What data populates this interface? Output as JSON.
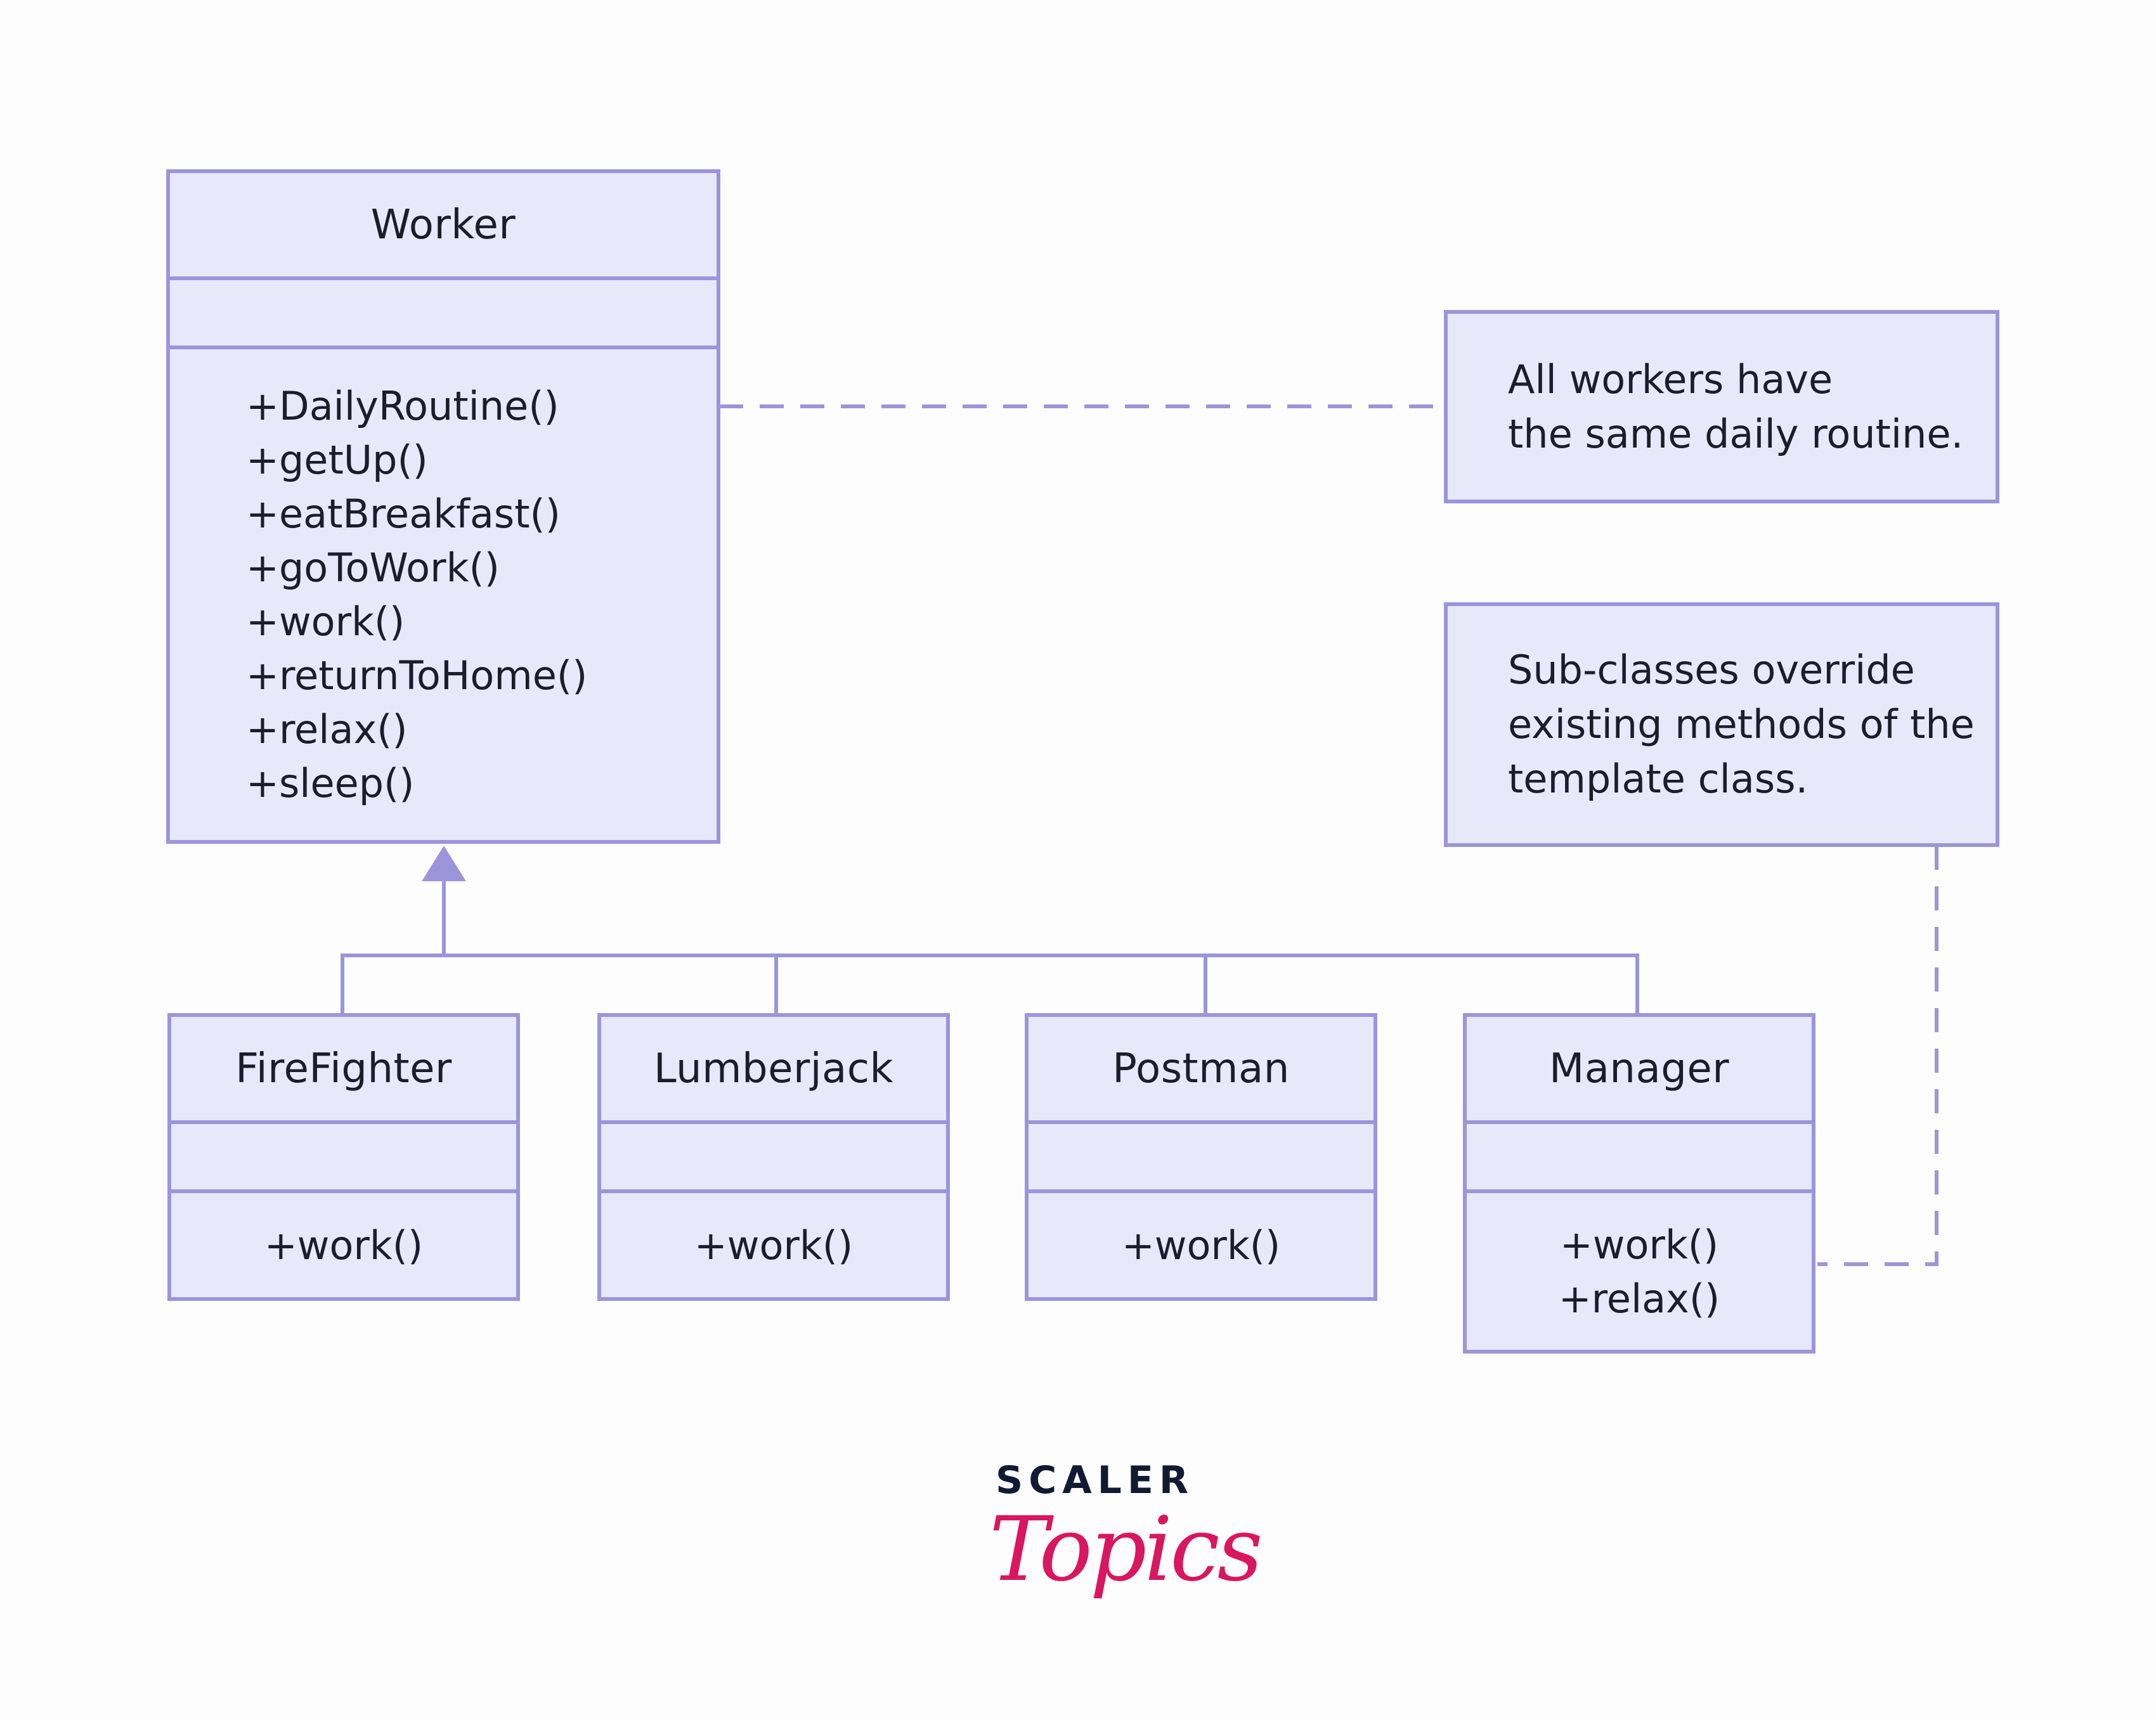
{
  "diagram": {
    "base_class": {
      "name": "Worker",
      "methods": [
        "+DailyRoutine()",
        "+getUp()",
        "+eatBreakfast()",
        "+goToWork()",
        "+work()",
        "+returnToHome()",
        "+relax()",
        "+sleep()"
      ]
    },
    "subclasses": [
      {
        "name": "FireFighter",
        "methods": [
          "+work()"
        ]
      },
      {
        "name": "Lumberjack",
        "methods": [
          "+work()"
        ]
      },
      {
        "name": "Postman",
        "methods": [
          "+work()"
        ]
      },
      {
        "name": "Manager",
        "methods": [
          "+work()",
          "+relax()"
        ]
      }
    ],
    "notes": [
      {
        "lines": [
          "All workers have",
          "the same daily routine."
        ]
      },
      {
        "lines": [
          "Sub-classes override",
          "existing methods of the",
          "template class."
        ]
      }
    ]
  },
  "branding": {
    "top": "SCALER",
    "bottom": "Topics"
  },
  "colors": {
    "box_fill": "#e8e8fb",
    "box_border": "#9c95db",
    "text": "#1c1d2b",
    "brand_dark": "#101a33",
    "brand_pink": "#d9165f"
  }
}
